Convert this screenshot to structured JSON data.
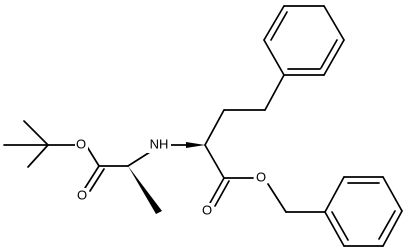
{
  "structure": {
    "atom_labels": {
      "o_ester_left": "O",
      "o_carbonyl_left": "O",
      "nh": "NH",
      "o_carbonyl_right": "O",
      "o_ester_right": "O"
    },
    "colors": {
      "bond": "#000000",
      "background": "#ffffff"
    }
  }
}
